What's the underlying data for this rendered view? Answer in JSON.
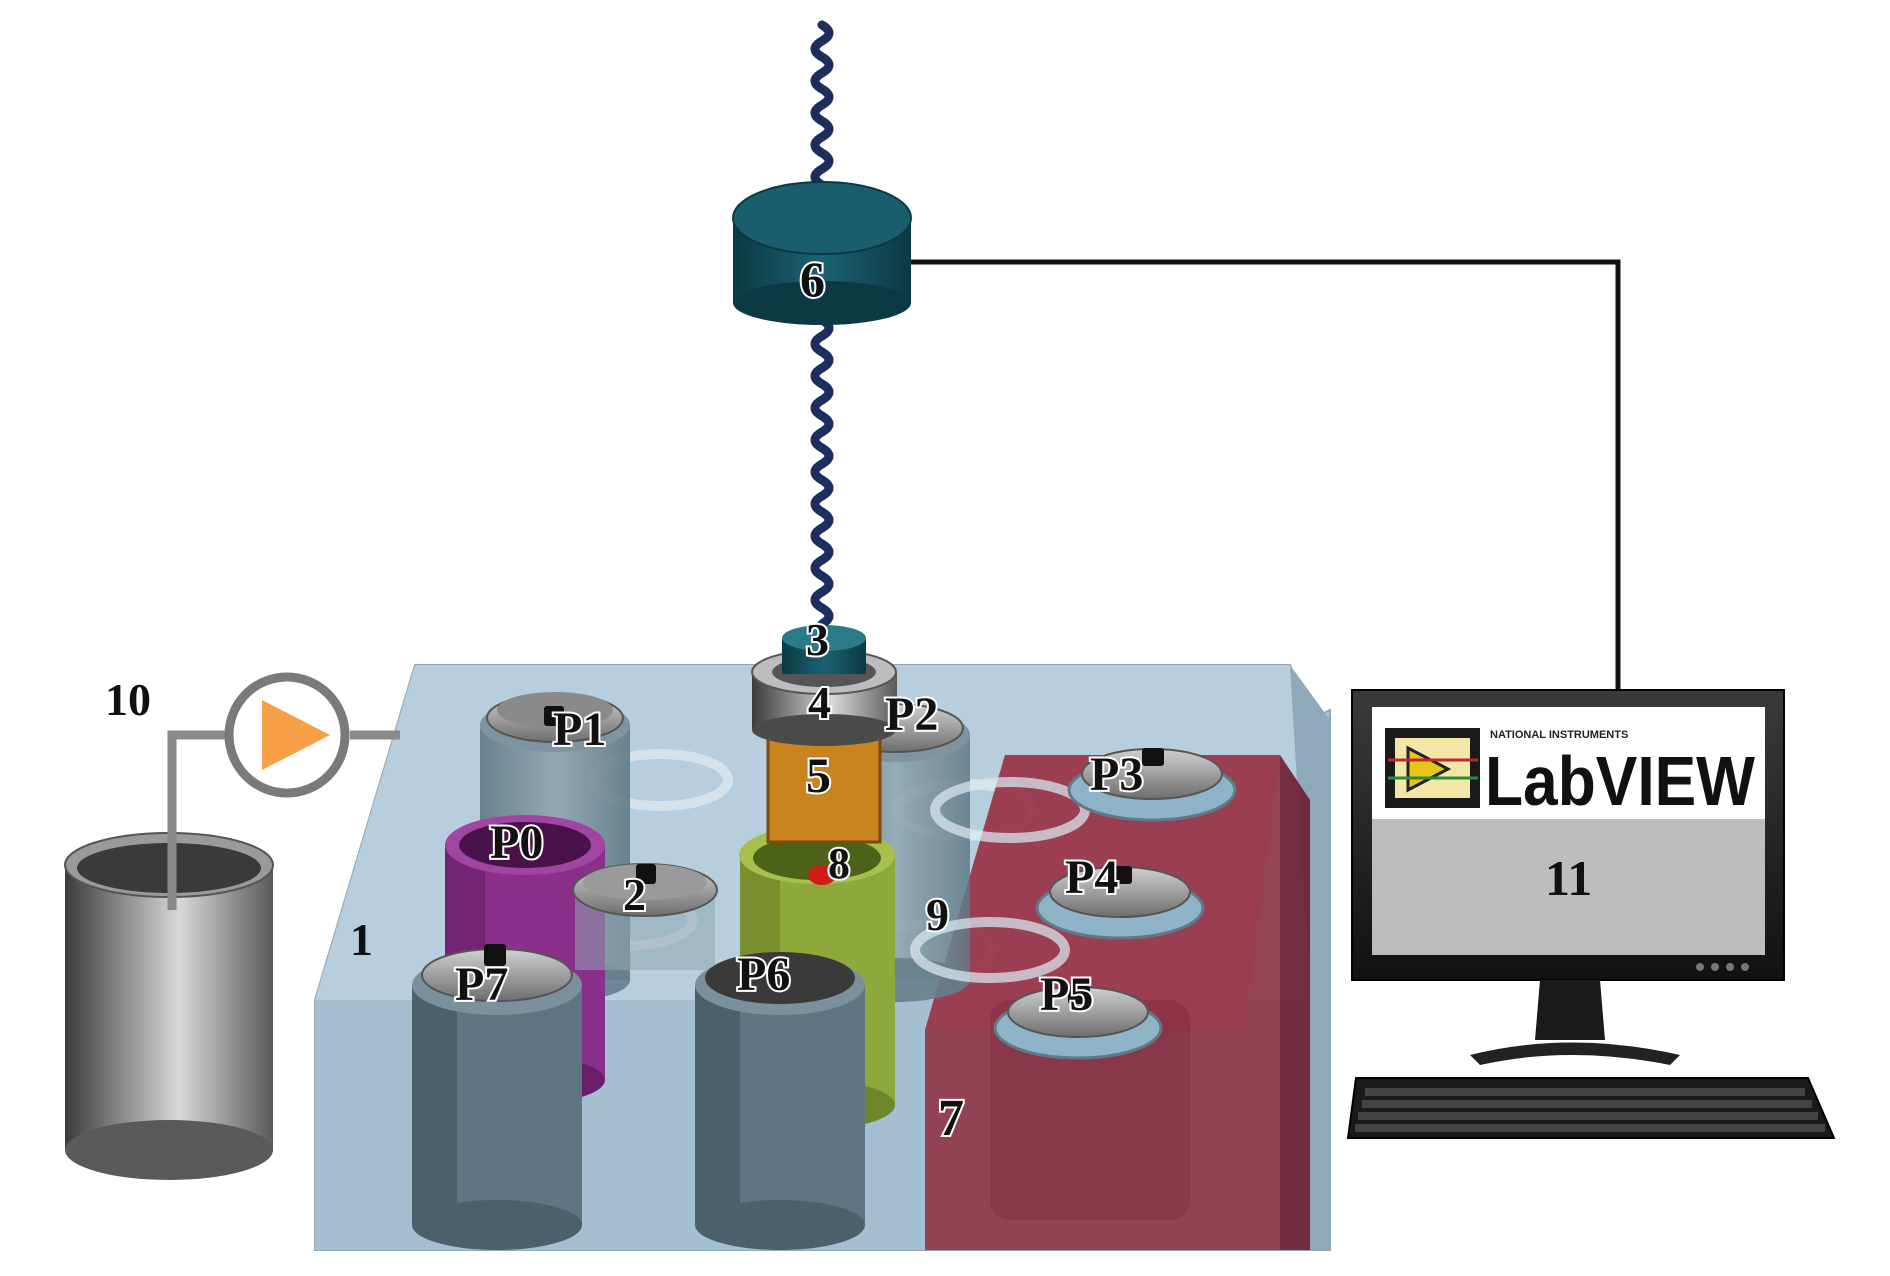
{
  "diagram": {
    "labels": {
      "tray": "1",
      "center_cap": "2",
      "spindle_cap": "3",
      "ring": "4",
      "sample_holder": "5",
      "motor": "6",
      "red_block": "7",
      "sample": "8",
      "channel": "9",
      "pump_reservoir": "10",
      "computer": "11"
    },
    "positions": {
      "p0": "P0",
      "p1": "P1",
      "p2": "P2",
      "p3": "P3",
      "p4": "P4",
      "p5": "P5",
      "p6": "P6",
      "p7": "P7"
    },
    "monitor": {
      "brand_small": "NATIONAL INSTRUMENTS",
      "brand_name": "LabVIEW"
    },
    "colors": {
      "tray": "#a9c4d6",
      "red_block": "#8e2b3f",
      "motor": "#0f4b5a",
      "holder": "#c9831f",
      "p0": "#8a2f8a",
      "p6": "#8fa83b",
      "pump": "#f7a048"
    }
  }
}
